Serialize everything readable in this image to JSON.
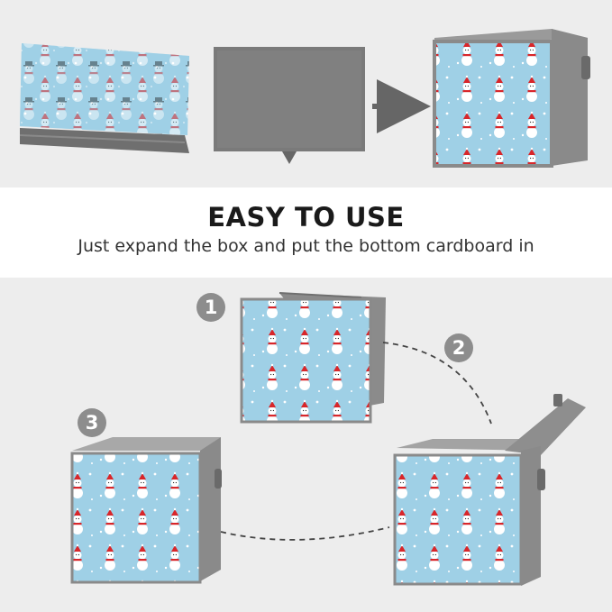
{
  "heading": {
    "title": "EASY TO USE",
    "subtitle": "Just expand the box and put the bottom cardboard in"
  },
  "steps": [
    {
      "number": "1"
    },
    {
      "number": "2"
    },
    {
      "number": "3"
    }
  ],
  "colors": {
    "background_band": "#ededed",
    "fabric_gray": "#7d7d7d",
    "pattern_blue": "#9fd0e6",
    "step_badge": "#8d8d8d",
    "accent_red": "#d8262a"
  },
  "icons": [
    "arrow-right-icon",
    "dashed-curve-arrow-icon"
  ]
}
